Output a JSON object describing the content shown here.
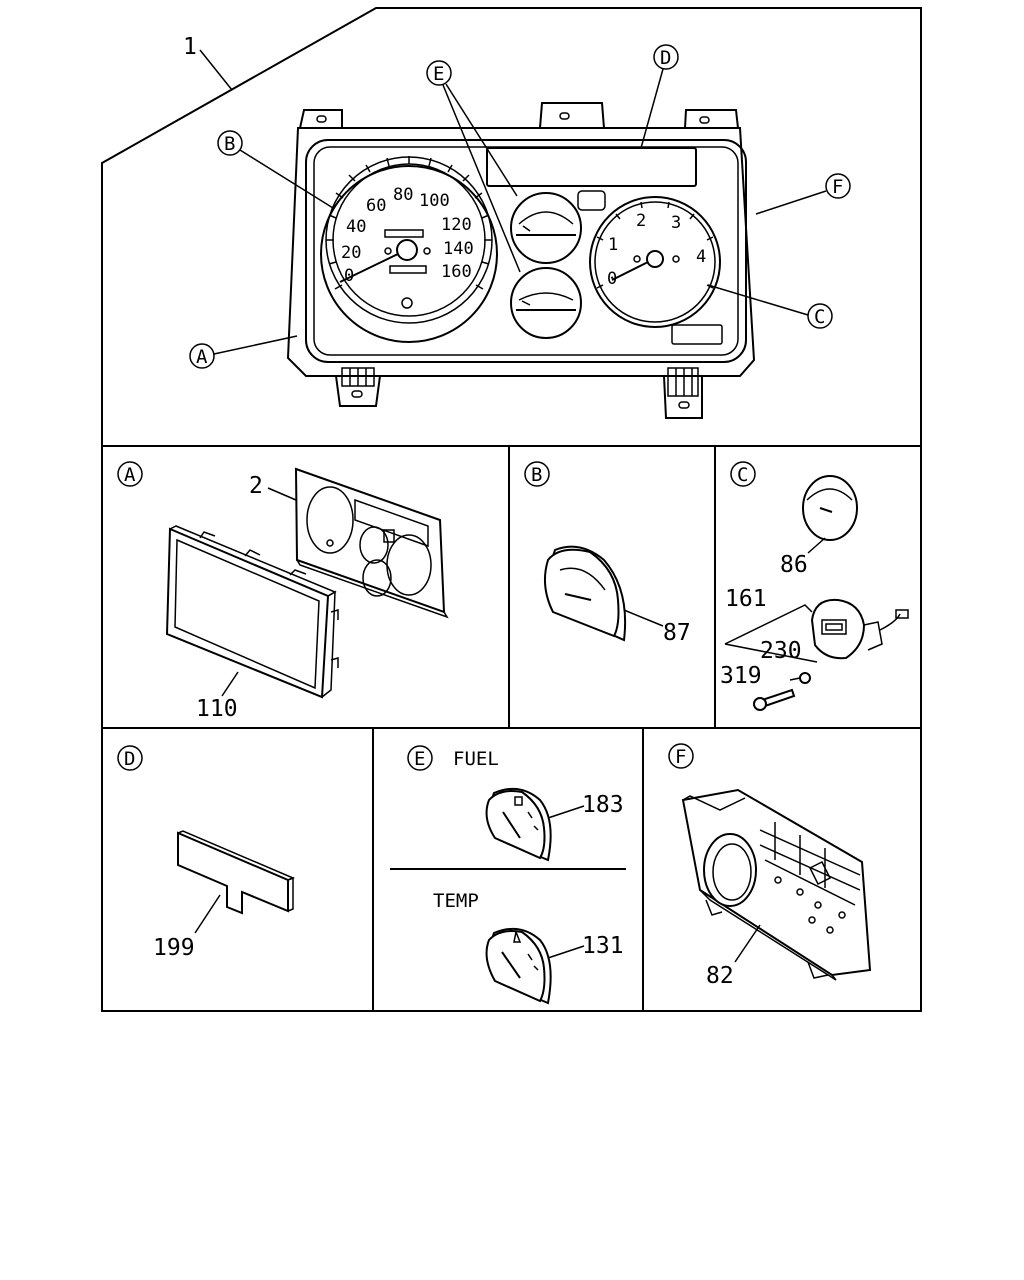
{
  "main": {
    "assembly_number": "1",
    "callouts": [
      "A",
      "B",
      "C",
      "D",
      "E",
      "F"
    ],
    "speedometer_ticks": [
      "0",
      "20",
      "40",
      "60",
      "80",
      "100",
      "120",
      "140",
      "160"
    ],
    "tachometer_ticks": [
      "0",
      "1",
      "2",
      "3",
      "4"
    ]
  },
  "panel_a": {
    "letter": "A",
    "parts": [
      "2",
      "110"
    ]
  },
  "panel_b": {
    "letter": "B",
    "parts": [
      "87"
    ]
  },
  "panel_c": {
    "letter": "C",
    "parts": [
      "86",
      "161",
      "230",
      "319"
    ]
  },
  "panel_d": {
    "letter": "D",
    "parts": [
      "199"
    ]
  },
  "panel_e": {
    "letter": "E",
    "fuel_label": "FUEL",
    "temp_label": "TEMP",
    "parts": [
      "183",
      "131"
    ]
  },
  "panel_f": {
    "letter": "F",
    "parts": [
      "82"
    ]
  }
}
